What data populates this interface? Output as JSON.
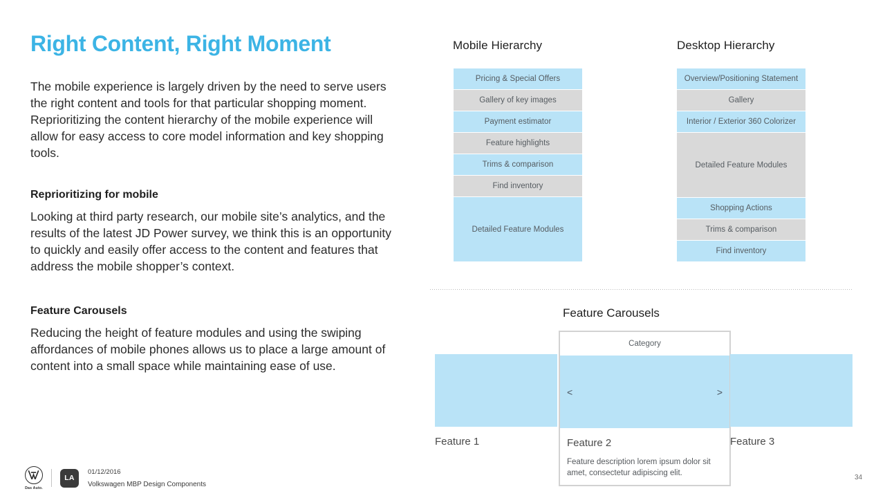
{
  "slide": {
    "title": "Right Content, Right Moment",
    "intro_paragraph": "The mobile experience is largely driven by the need to serve users the right content and tools for that particular shopping moment. Reprioritizing the content hierarchy of the mobile experience will allow for easy access to core model information and key shopping tools.",
    "sections": [
      {
        "heading": "Reprioritizing for mobile",
        "body": "Looking at third party research, our mobile site’s analytics, and the results of the latest JD Power survey, we think this is an opportunity to quickly and easily offer access to the content and features that address the mobile shopper’s context."
      },
      {
        "heading": "Feature Carousels",
        "body": "Reducing the height of feature modules and using the swiping affordances of mobile phones allows us to place a large amount of content into a small space while maintaining ease of use."
      }
    ]
  },
  "hierarchies": {
    "mobile": {
      "heading": "Mobile Hierarchy",
      "bars": [
        {
          "label": "Pricing & Special Offers",
          "color": "blue",
          "tall": false
        },
        {
          "label": "Gallery of key images",
          "color": "gray",
          "tall": false
        },
        {
          "label": "Payment estimator",
          "color": "blue",
          "tall": false
        },
        {
          "label": "Feature highlights",
          "color": "gray",
          "tall": false
        },
        {
          "label": "Trims & comparison",
          "color": "blue",
          "tall": false
        },
        {
          "label": "Find inventory",
          "color": "gray",
          "tall": false
        },
        {
          "label": "Detailed Feature Modules",
          "color": "blue",
          "tall": true
        }
      ]
    },
    "desktop": {
      "heading": "Desktop Hierarchy",
      "bars": [
        {
          "label": "Overview/Positioning Statement",
          "color": "blue",
          "tall": false
        },
        {
          "label": "Gallery",
          "color": "gray",
          "tall": false
        },
        {
          "label": "Interior / Exterior 360 Colorizer",
          "color": "blue",
          "tall": false
        },
        {
          "label": "Detailed Feature Modules",
          "color": "gray",
          "tall": true
        },
        {
          "label": "Shopping Actions",
          "color": "blue",
          "tall": false
        },
        {
          "label": "Trims & comparison",
          "color": "gray",
          "tall": false
        },
        {
          "label": "Find inventory",
          "color": "blue",
          "tall": false
        }
      ]
    }
  },
  "carousel": {
    "heading": "Feature Carousels",
    "left_feature": "Feature 1",
    "right_feature": "Feature 3",
    "card": {
      "category": "Category",
      "prev_arrow": "<",
      "next_arrow": ">",
      "title": "Feature 2",
      "description": "Feature description lorem ipsum dolor sit amet, consectetur adipiscing elit."
    }
  },
  "footer": {
    "brand_tagline": "Das Auto.",
    "badge": "LA",
    "date": "01/12/2016",
    "deck_title": "Volkswagen MBP Design Components",
    "page_number": "34"
  },
  "colors": {
    "title_blue": "#3cb4e5",
    "bar_blue": "#b9e3f7",
    "bar_gray": "#d9d9d9",
    "card_border": "#d2d2d2"
  }
}
